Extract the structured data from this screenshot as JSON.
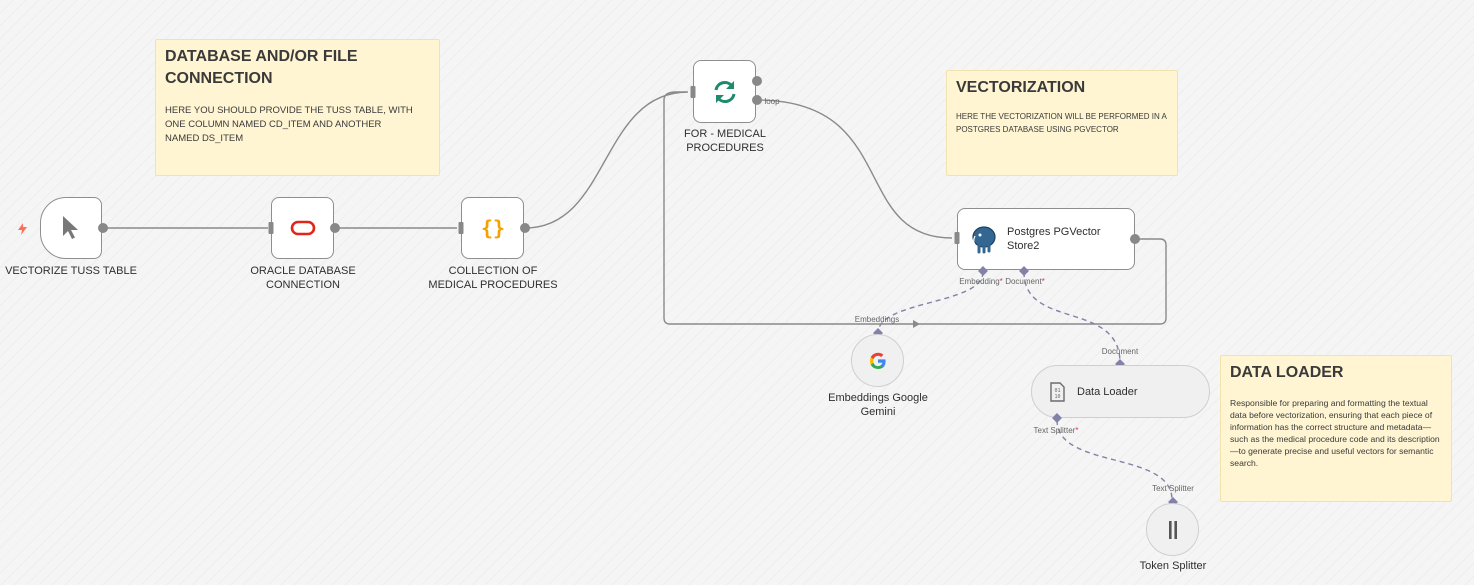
{
  "sticky_db": {
    "title": "DATABASE AND/OR FILE CONNECTION",
    "body": "HERE YOU SHOULD PROVIDE THE TUSS TABLE, WITH ONE COLUMN NAMED CD_ITEM AND ANOTHER NAMED DS_ITEM"
  },
  "sticky_vec": {
    "title": "VECTORIZATION",
    "body": "HERE THE VECTORIZATION WILL BE PERFORMED IN A POSTGRES DATABASE USING PGVECTOR"
  },
  "sticky_loader": {
    "title": "DATA LOADER",
    "body": "Responsible for preparing and formatting the textual data before vectorization, ensuring that each piece of information has the correct structure and metadata—such as the medical procedure code and its description—to generate precise and useful vectors for semantic search."
  },
  "nodes": {
    "trigger": {
      "label": "VECTORIZE TUSS TABLE",
      "icon": "cursor-icon"
    },
    "oracle": {
      "label_line1": "ORACLE DATABASE",
      "label_line2": "CONNECTION",
      "icon": "oracle-icon",
      "color": "#e3241b"
    },
    "collection": {
      "label_line1": "COLLECTION OF",
      "label_line2": "MEDICAL PROCEDURES",
      "icon": "braces-icon",
      "color": "#f5a100"
    },
    "loop": {
      "label_line1": "FOR - MEDICAL",
      "label_line2": "PROCEDURES",
      "icon": "refresh-icon",
      "color": "#1e8a6e",
      "port_label": "loop"
    },
    "pgvector": {
      "label_line1": "Postgres PGVector",
      "label_line2": "Store2",
      "icon": "postgres-elephant-icon",
      "port_embedding": "Embedding",
      "port_document": "Document"
    },
    "gemini": {
      "label_line1": "Embeddings Google",
      "label_line2": "Gemini",
      "icon": "google-g-icon",
      "port_label": "Embeddings"
    },
    "dataloader": {
      "label": "Data Loader",
      "icon": "binary-file-icon",
      "port_top": "Document",
      "port_bottom": "Text Splitter"
    },
    "splitter": {
      "label": "Token Splitter",
      "icon": "token-splitter-icon",
      "port_label": "Text Splitter"
    }
  },
  "colors": {
    "wire": "#8a8a8a",
    "ai_wire": "#8282a8",
    "trigger_bolt": "#ff6d5a"
  }
}
